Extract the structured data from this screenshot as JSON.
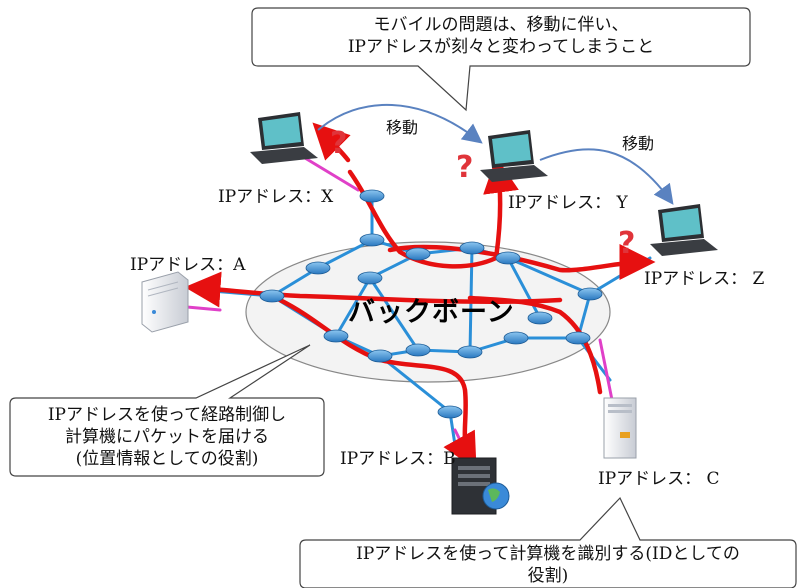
{
  "callout_top": {
    "line1": "モバイルの問題は、移動に伴い、",
    "line2": "IPアドレスが刻々と変わってしまうこと"
  },
  "callout_left": {
    "line1": "IPアドレスを使って経路制御し",
    "line2": "計算機にパケットを届ける",
    "line3": "(位置情報としての役割)"
  },
  "callout_bottom": {
    "line1": "IPアドレスを使って計算機を識別する(IDとしての",
    "line2": "役割)"
  },
  "backbone_label": "バックボーン",
  "move_labels": [
    "移動",
    "移動"
  ],
  "host_labels": {
    "x": "IPアドレス：X",
    "y": "IPアドレス： Y",
    "z": "IPアドレス： Z",
    "a": "IPアドレス：A",
    "b": "IPアドレス：B",
    "c": "IPアドレス： C"
  },
  "question_mark": "?",
  "colors": {
    "link": "#2a8fd8",
    "router": "#4a9ed8",
    "route": "#e61010",
    "access": "#e040c8",
    "move_arrow": "#5a82c0",
    "question": "#e0343a"
  }
}
